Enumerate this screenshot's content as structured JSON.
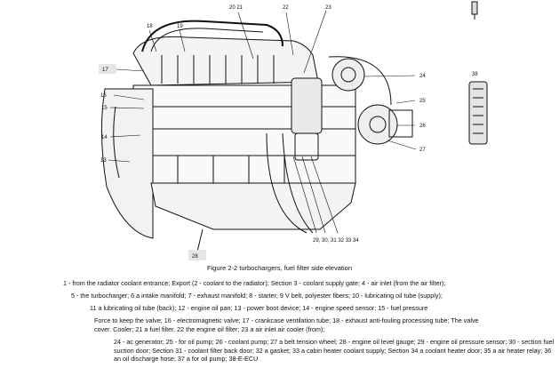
{
  "figure": {
    "callouts": {
      "c13": "13",
      "c14": "14",
      "c15": "15",
      "c16": "16",
      "c17": "17",
      "c18": "18",
      "c19": "19",
      "c20_21": "20 21",
      "c22": "22",
      "c23": "23",
      "c24": "24",
      "c25": "25",
      "c26": "26",
      "c27": "27",
      "c28": "28",
      "c29_34": "29, 30, 31 32 33 34",
      "c38": "38"
    }
  },
  "caption": "Figure 2-2 turbochargers, fuel filter side elevation",
  "legend": {
    "line1": "1 - from the radiator coolant entrance; Export (2 - coolant to the radiator); Section 3 - coolant supply gate; 4 - air inlet (from the air filter);",
    "line2": "5 - the turbocharger; 6 a intake manifold; 7 - exhaust manifold; 8 - starter; 9 V belt, polyester fibers; 10 - lubricating oil tube (supply);",
    "line3": "11 a lubricating oil tube (back); 12 - engine oil pan; 13 - power boot device; 14 - engine speed sensor; 15 - fuel pressure",
    "line4": "Force to keep the valve; 16 - electromagnetic valve; 17 - crankcase ventilation tube; 18 - exhaust anti-fouling processing tube; The valve",
    "line5": "cover. Cooler; 21 a fuel filter. 22 the engine oil filter; 23 a air inlet air cooler (from);",
    "line6": "24 - ac generator; 25 - for oil pump; 26 - coolant pump; 27 a belt tension wheel; 28 - engine oil level gauge; 29 - engine oil pressure sensor; 30 - section fuel suction door; Section 31 - coolant filter back door; 32 a gasket; 33 a cabin heater coolant supply; Section 34 a coolant heater door; 35 a air heater relay; 36 an oil discharge hose; 37 a for oil pump; 38-E-ECU"
  }
}
